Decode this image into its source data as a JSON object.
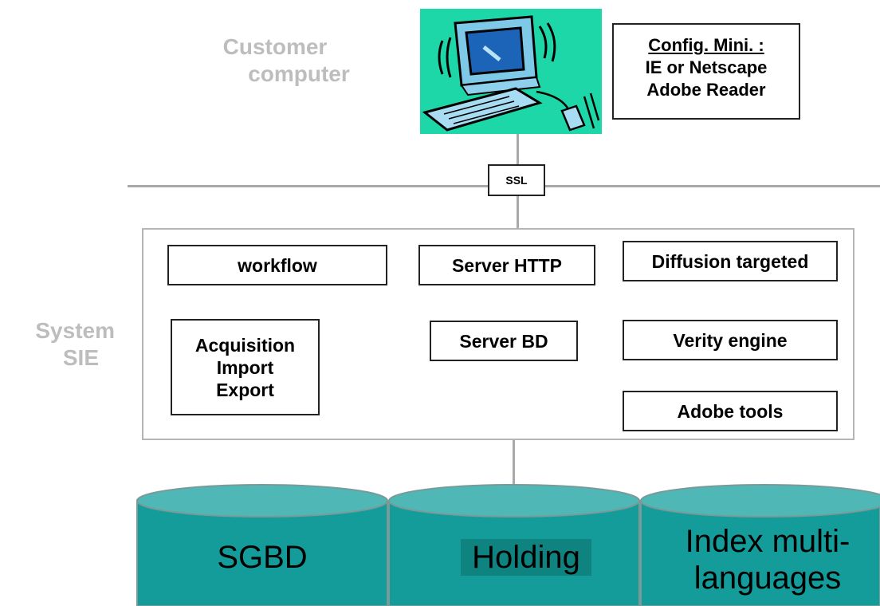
{
  "labels": {
    "customer_line1": "Customer",
    "customer_line2": "computer",
    "system_line1": "System",
    "system_line2": "SIE"
  },
  "config": {
    "title": "Config. Mini. :",
    "line1": "IE or  Netscape",
    "line2": "Adobe Reader"
  },
  "ssl": "SSL",
  "components": {
    "workflow": "workflow",
    "server_http": "Server HTTP",
    "diffusion": "Diffusion targeted",
    "acquisition": [
      "Acquisition",
      "Import",
      "Export"
    ],
    "server_bd": "Server BD",
    "verity": "Verity engine",
    "adobe_tools": "Adobe tools"
  },
  "databases": {
    "sgbd": "SGBD",
    "holding": "Holding",
    "index": [
      "Index multi-",
      "languages"
    ]
  },
  "colors": {
    "db_fill": "#139c9a",
    "db_top": "#4fb8b6",
    "monitor_bg": "#1dd7a8",
    "frame": "#b5b5b5",
    "gray_text": "#bdbdbd"
  }
}
